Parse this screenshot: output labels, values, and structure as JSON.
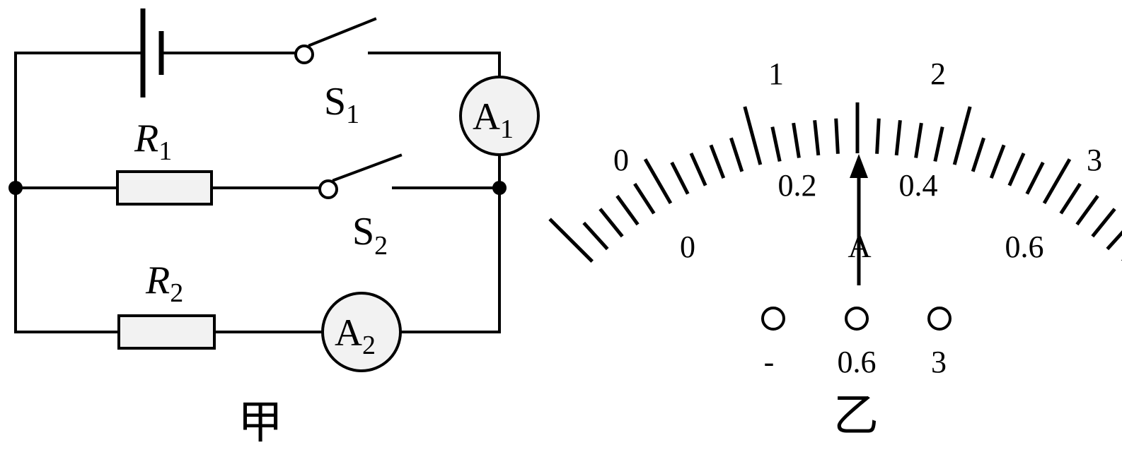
{
  "circuit": {
    "switch_1": {
      "letter": "S",
      "sub": "1"
    },
    "switch_2": {
      "letter": "S",
      "sub": "2"
    },
    "resistor_1": {
      "letter": "R",
      "sub": "1"
    },
    "resistor_2": {
      "letter": "R",
      "sub": "2"
    },
    "ammeter_1": {
      "letter": "A",
      "sub": "1"
    },
    "ammeter_2": {
      "letter": "A",
      "sub": "2"
    },
    "caption": "甲"
  },
  "meter": {
    "upper_scale": [
      "0",
      "1",
      "2",
      "3"
    ],
    "lower_scale": [
      "0",
      "0.2",
      "0.4",
      "0.6"
    ],
    "unit": "A",
    "terminals": [
      "-",
      "0.6",
      "3"
    ],
    "caption": "乙",
    "divisions": 30,
    "pointer_division": 14
  }
}
